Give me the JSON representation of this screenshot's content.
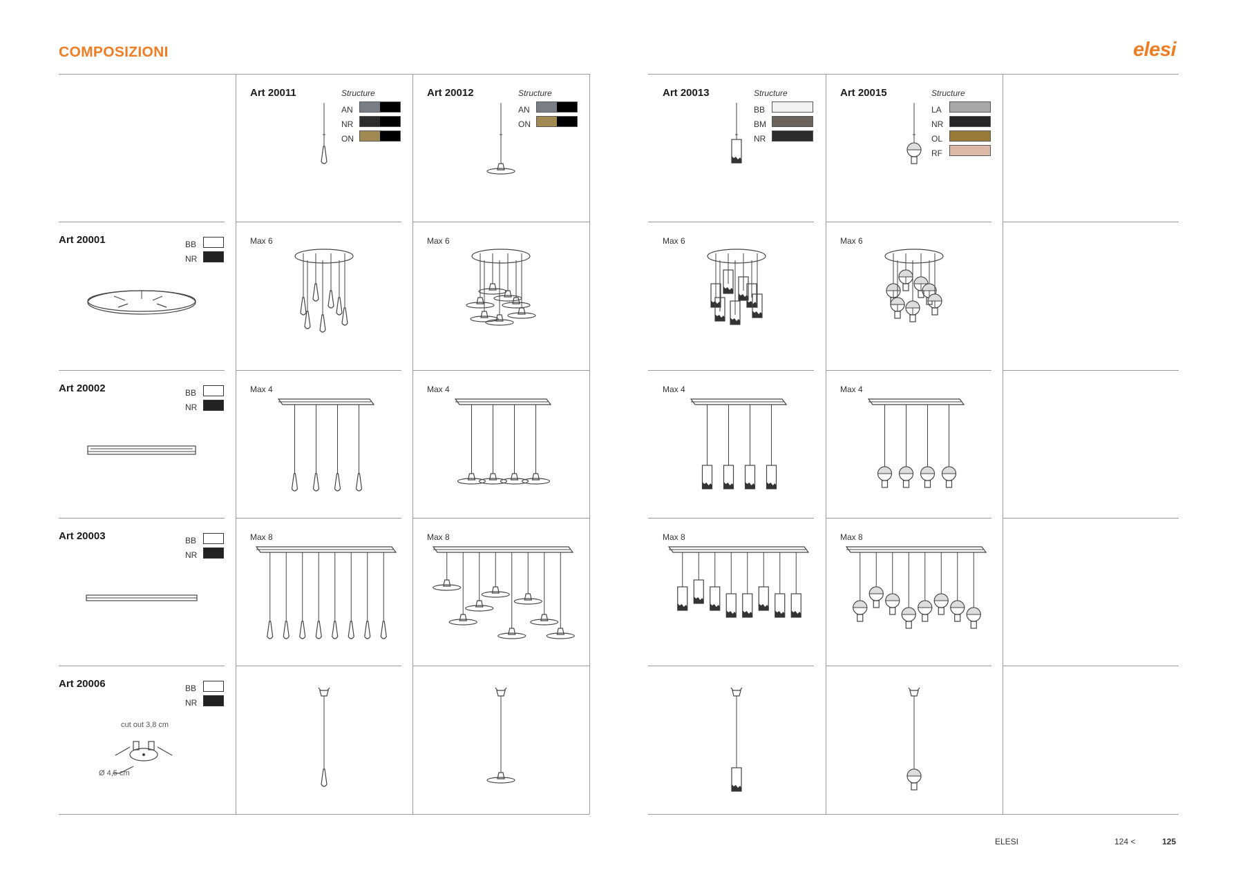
{
  "header": {
    "title": "COMPOSIZIONI",
    "logo": "elesi"
  },
  "footer": {
    "brand": "ELESI",
    "prev_page": "124 <",
    "page": "125"
  },
  "columns": [
    {
      "art": "Art 20011",
      "structure_label": "Structure",
      "finishes": [
        {
          "code": "AN",
          "color": "#7a7e86"
        },
        {
          "code": "NR",
          "color": "#2c2c2c"
        },
        {
          "code": "ON",
          "color": "#a08a52"
        }
      ],
      "lamp": "drop"
    },
    {
      "art": "Art 20012",
      "structure_label": "Structure",
      "finishes": [
        {
          "code": "AN",
          "color": "#7a7e86"
        },
        {
          "code": "ON",
          "color": "#a08a52"
        }
      ],
      "lamp": "disc"
    },
    {
      "art": "Art 20013",
      "structure_label": "Structure",
      "finishes": [
        {
          "code": "BB",
          "color": "#f2f2f2"
        },
        {
          "code": "BM",
          "color": "#6e625d"
        },
        {
          "code": "NR",
          "color": "#2c2c2c"
        }
      ],
      "lamp": "cylinder"
    },
    {
      "art": "Art 20015",
      "structure_label": "Structure",
      "finishes": [
        {
          "code": "LA",
          "color": "#a8a8a8"
        },
        {
          "code": "NR",
          "color": "#252525"
        },
        {
          "code": "OL",
          "color": "#9a7a38"
        },
        {
          "code": "RF",
          "color": "#dcb9a8"
        }
      ],
      "lamp": "globe"
    }
  ],
  "rows": [
    {
      "art": "Art 20001",
      "finishes": [
        {
          "code": "BB",
          "color": "#ffffff"
        },
        {
          "code": "NR",
          "color": "#222222"
        }
      ],
      "max": "Max 6",
      "base": "round"
    },
    {
      "art": "Art 20002",
      "finishes": [
        {
          "code": "BB",
          "color": "#ffffff"
        },
        {
          "code": "NR",
          "color": "#222222"
        }
      ],
      "max": "Max 4",
      "base": "bar4"
    },
    {
      "art": "Art 20003",
      "finishes": [
        {
          "code": "BB",
          "color": "#ffffff"
        },
        {
          "code": "NR",
          "color": "#222222"
        }
      ],
      "max": "Max 8",
      "base": "bar8"
    },
    {
      "art": "Art 20006",
      "finishes": [
        {
          "code": "BB",
          "color": "#ffffff"
        },
        {
          "code": "NR",
          "color": "#222222"
        }
      ],
      "max": "",
      "base": "recessed",
      "notes": {
        "cutout": "cut out 3,8 cm",
        "diameter": "Ø 4,5 cm"
      }
    }
  ],
  "colors": {
    "accent": "#ee7d23",
    "rule": "#9a9a9a",
    "line": "#444444"
  }
}
